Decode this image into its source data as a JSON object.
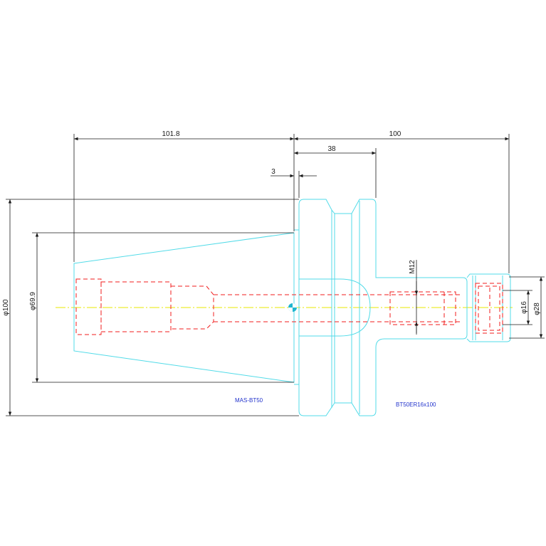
{
  "dimensions": {
    "taper_length": "101.8",
    "total_length": "100",
    "flange_length": "38",
    "gap": "3",
    "thread": "M12",
    "flange_diameter": "φ100",
    "taper_diameter": "φ69.9",
    "collet_inner": "φ16",
    "collet_outer": "φ28"
  },
  "labels": {
    "left_part": "MAS-BT50",
    "right_part": "BT50ER16x100"
  },
  "colors": {
    "outline": "#52dbe8",
    "hidden": "#f01e1e",
    "dimension": "#1a1a1a",
    "centerline": "#e8e800",
    "label": "#2233cc"
  }
}
